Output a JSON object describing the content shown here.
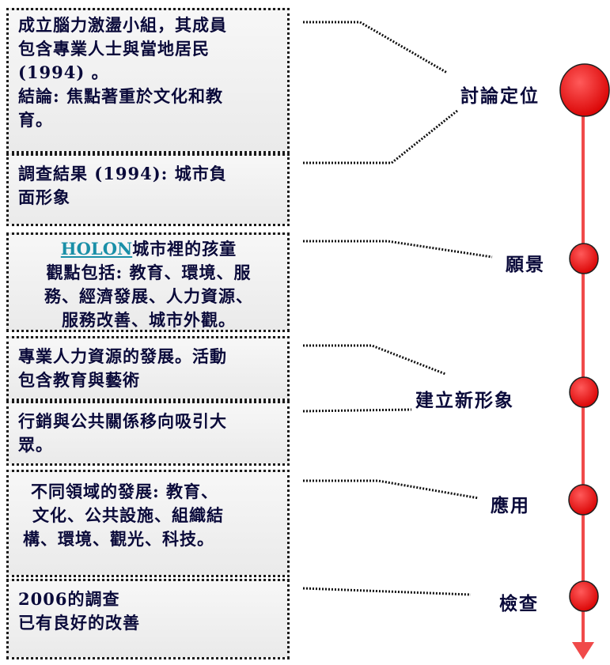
{
  "boxes": {
    "b1": {
      "lines": [
        "成立腦力激盪小組，其成員",
        "包含專業人士與當地居民",
        "(1994) 。",
        "結論: 焦點著重於文化和教",
        "育。"
      ]
    },
    "b2": {
      "lines": [
        "調查結果 (1994): 城市負",
        "面形象"
      ]
    },
    "b3": {
      "link_text": "HOLON",
      "line1_rest": "城市裡的孩童",
      "lines": [
        "觀點包括: 教育、環境、服",
        "務、經濟發展、人力資源、",
        "服務改善、城市外觀。"
      ]
    },
    "b4": {
      "lines": [
        "專業人力資源的發展。活動",
        "包含教育與藝術"
      ]
    },
    "b5": {
      "lines": [
        "行銷與公共關係移向吸引大",
        "眾。"
      ]
    },
    "b6": {
      "lines": [
        "不同領域的發展: 教育、",
        "文化、公共設施、組織結",
        "構、環境、觀光、科技。"
      ]
    },
    "b7": {
      "lines": [
        "2006的調查",
        "已有良好的改善"
      ]
    }
  },
  "stages": [
    "討論定位",
    "願景",
    "建立新形象",
    "應用",
    "檢查"
  ],
  "colors": {
    "timeline": "#f04a4a",
    "node": "#e01010",
    "node_outline": "#202020",
    "text": "#0a0a3a",
    "link": "#1a8fa8"
  }
}
